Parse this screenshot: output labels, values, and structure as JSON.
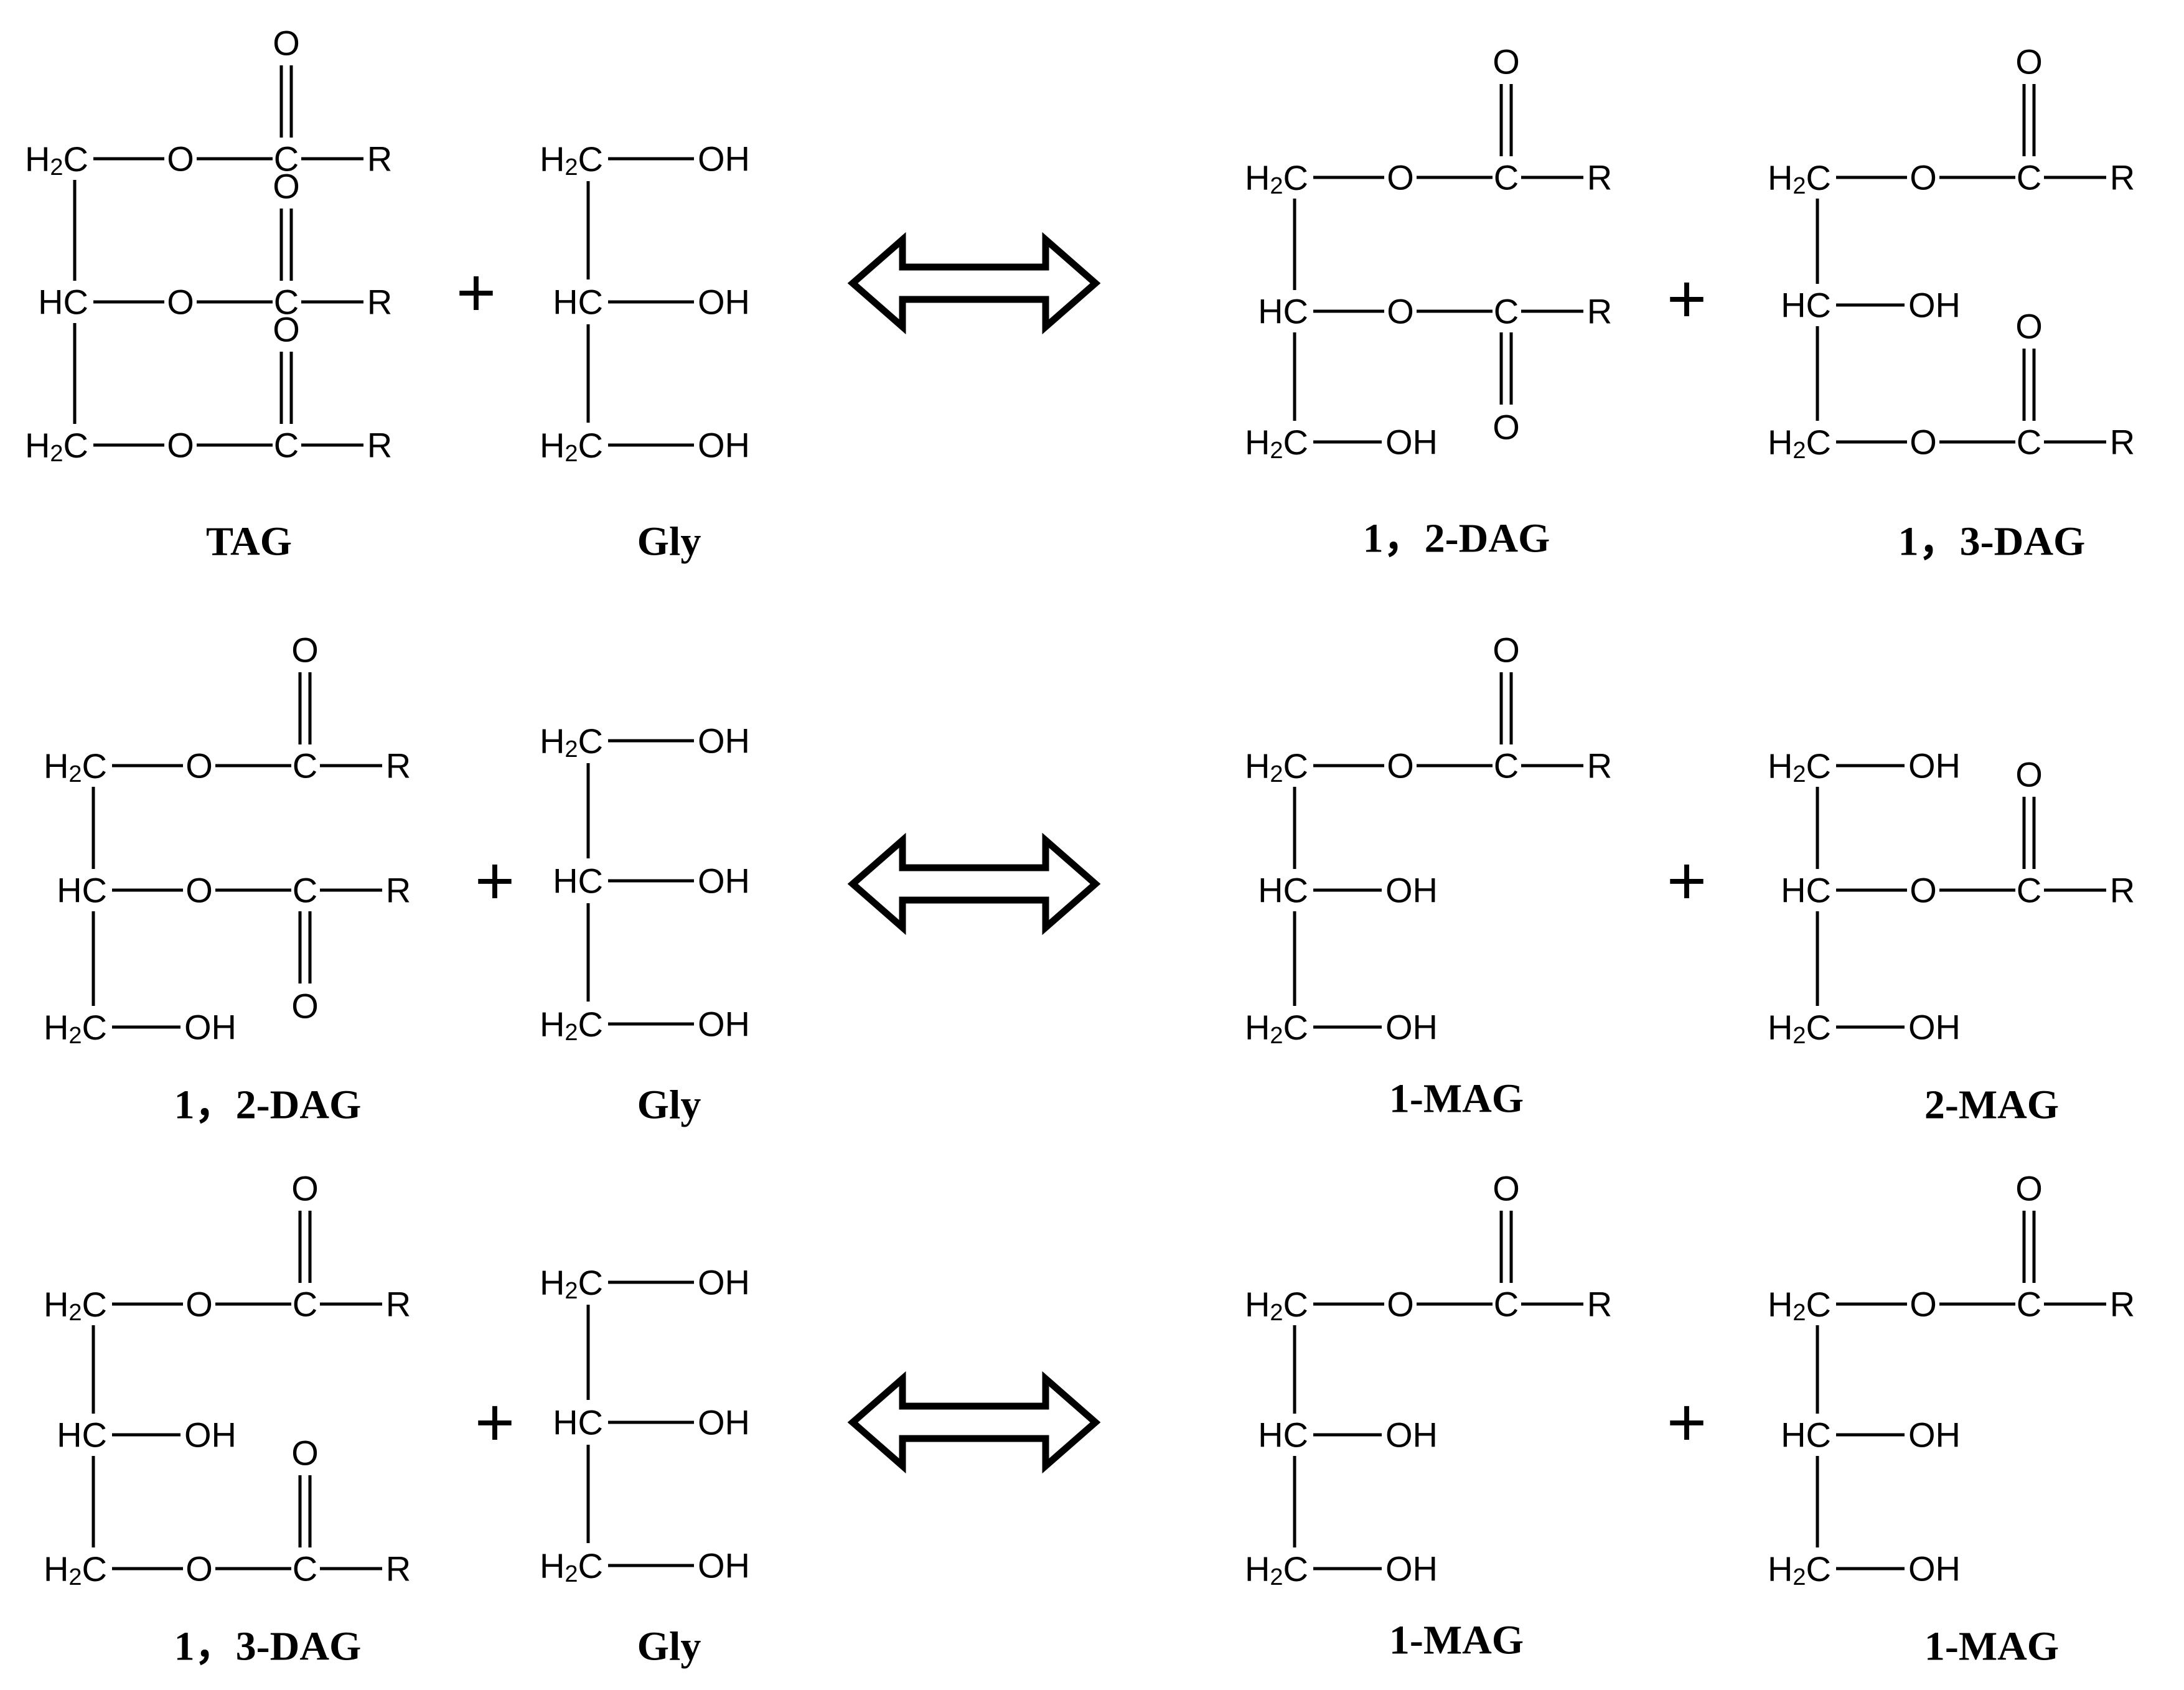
{
  "atoms": {
    "ch2": "H",
    "ch2_sub": "2",
    "ch2_c": "C",
    "ch": "HC",
    "o": "O",
    "c": "C",
    "r": "R",
    "oh": "OH"
  },
  "plus_sign": "+",
  "colors": {
    "ink": "#000000",
    "background": "#ffffff"
  },
  "reactions": [
    {
      "reactants": [
        {
          "name": "TAG",
          "positions": [
            "ester",
            "ester",
            "ester"
          ]
        },
        {
          "name": "Gly",
          "positions": [
            "oh",
            "oh",
            "oh"
          ]
        }
      ],
      "products": [
        {
          "name": "1，2-DAG",
          "positions": [
            "ester",
            "ester",
            "oh"
          ]
        },
        {
          "name": "1，3-DAG",
          "positions": [
            "ester",
            "oh",
            "ester"
          ]
        }
      ]
    },
    {
      "reactants": [
        {
          "name": "1，2-DAG",
          "positions": [
            "ester",
            "ester",
            "oh"
          ]
        },
        {
          "name": "Gly",
          "positions": [
            "oh",
            "oh",
            "oh"
          ]
        }
      ],
      "products": [
        {
          "name": "1-MAG",
          "positions": [
            "ester",
            "oh",
            "oh"
          ]
        },
        {
          "name": "2-MAG",
          "positions": [
            "oh",
            "ester",
            "oh"
          ]
        }
      ]
    },
    {
      "reactants": [
        {
          "name": "1，3-DAG",
          "positions": [
            "ester",
            "oh",
            "ester"
          ]
        },
        {
          "name": "Gly",
          "positions": [
            "oh",
            "oh",
            "oh"
          ]
        }
      ],
      "products": [
        {
          "name": "1-MAG",
          "positions": [
            "ester",
            "oh",
            "oh"
          ]
        },
        {
          "name": "1-MAG",
          "positions": [
            "ester",
            "oh",
            "oh"
          ]
        }
      ]
    }
  ]
}
